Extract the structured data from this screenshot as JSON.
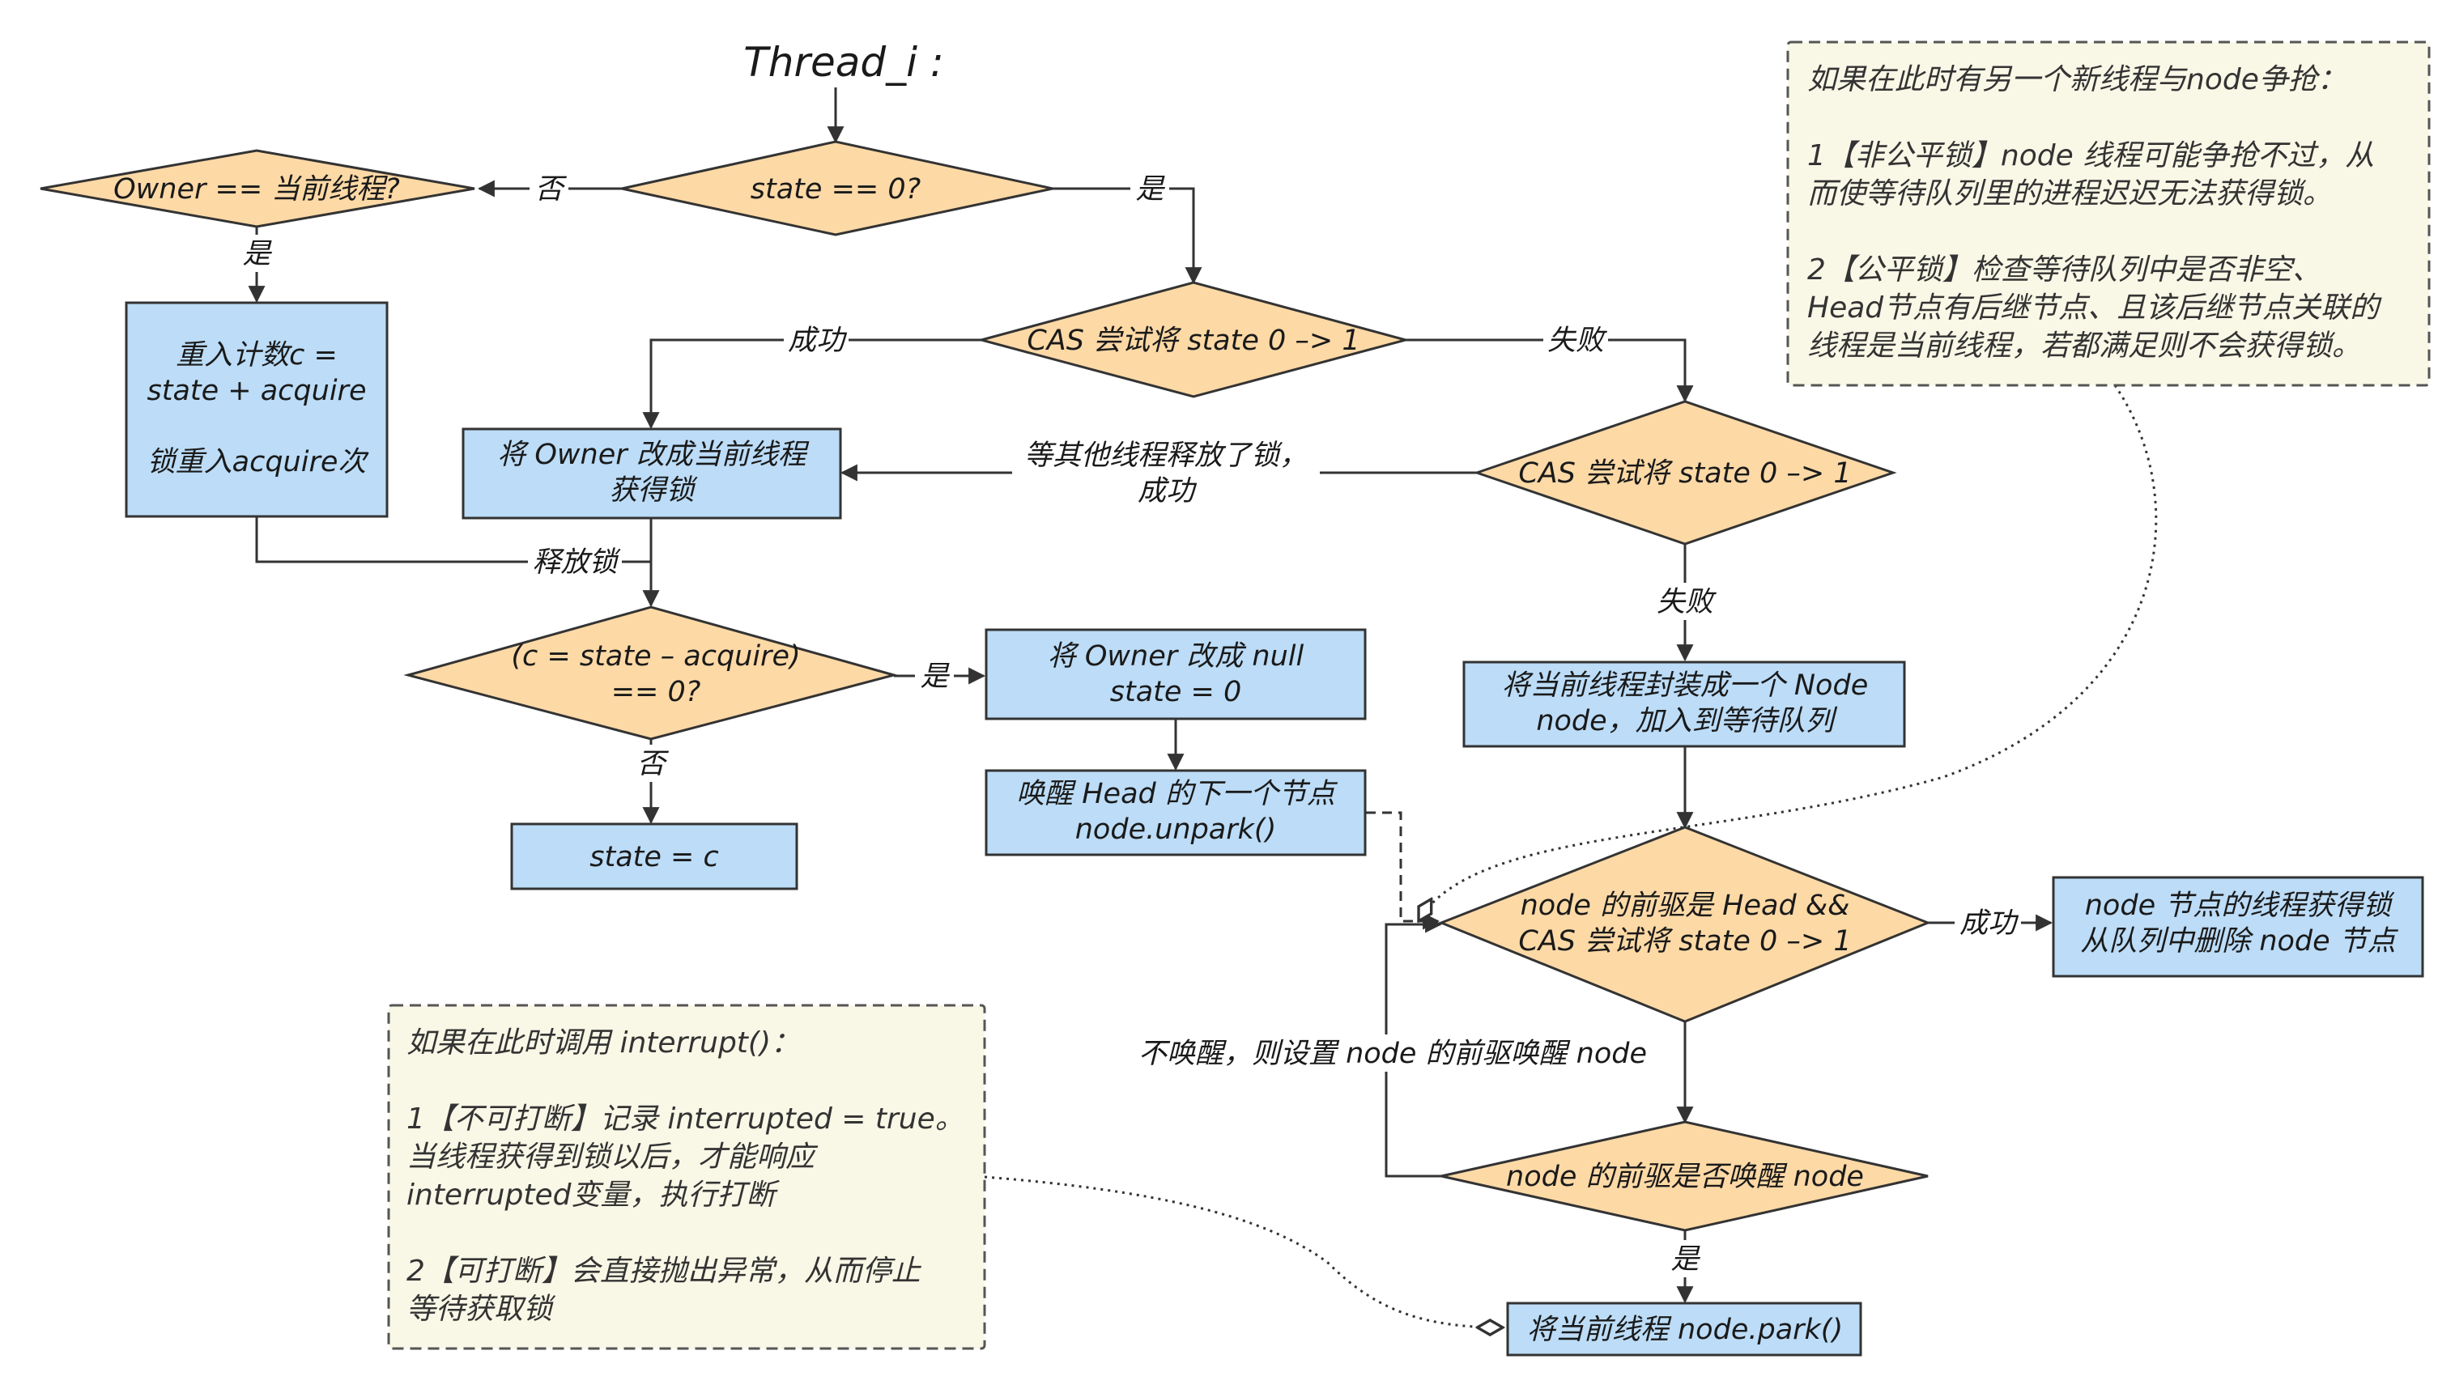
{
  "title": "Thread_i :",
  "nodes": {
    "state_zero": "state == 0?",
    "owner_check": "Owner == 当前线程?",
    "reentrant": [
      "重入计数c =",
      "state + acquire",
      "",
      "锁重入acquire次"
    ],
    "cas1": "CAS 尝试将 state 0 –> 1",
    "set_owner": [
      "将 Owner 改成当前线程",
      "获得锁"
    ],
    "cas2": "CAS 尝试将 state 0 –> 1",
    "release_check": [
      "(c = state – acquire)",
      "== 0?"
    ],
    "owner_null": [
      "将 Owner 改成 null",
      "state = 0"
    ],
    "wake_head": [
      "唤醒 Head 的下一个节点",
      "node.unpark()"
    ],
    "state_c": "state = c",
    "enqueue": [
      "将当前线程封装成一个 Node",
      "node，加入到等待队列"
    ],
    "pred_head": [
      "node 的前驱是 Head &&",
      "CAS 尝试将 state 0 –> 1"
    ],
    "got_lock": [
      "node 节点的线程获得锁",
      "从队列中删除 node 节点"
    ],
    "pred_wake": "node 的前驱是否唤醒 node",
    "park": "将当前线程 node.park()"
  },
  "edges": {
    "no1": "否",
    "yes1": "是",
    "yes2": "是",
    "success1": "成功",
    "fail1": "失败",
    "release": "释放锁",
    "others_release": [
      "等其他线程释放了锁，",
      "成功"
    ],
    "fail2": "失败",
    "yes3": "是",
    "no2": "否",
    "success2": "成功",
    "not_wake": "不唤醒，则设置 node 的前驱唤醒 node",
    "yes4": "是"
  },
  "notes": {
    "fair": [
      "如果在此时有另一个新线程与node争抢：",
      "",
      "1【非公平锁】node 线程可能争抢不过，从",
      "而使等待队列里的进程迟迟无法获得锁。",
      "",
      "2【公平锁】检查等待队列中是否非空、",
      "Head节点有后继节点、且该后继节点关联的",
      "线程是当前线程，若都满足则不会获得锁。"
    ],
    "interrupt": [
      "如果在此时调用 interrupt()：",
      "",
      "1【不可打断】记录 interrupted = true。",
      "当线程获得到锁以后，才能响应",
      "interrupted变量，执行打断",
      "",
      "2【可打断】会直接抛出异常，从而停止",
      "等待获取锁"
    ]
  },
  "colors": {
    "decision_fill": "#fdd9a6",
    "process_fill": "#bcdcf7",
    "note_fill": "#f9f7e6",
    "stroke": "#333333"
  }
}
